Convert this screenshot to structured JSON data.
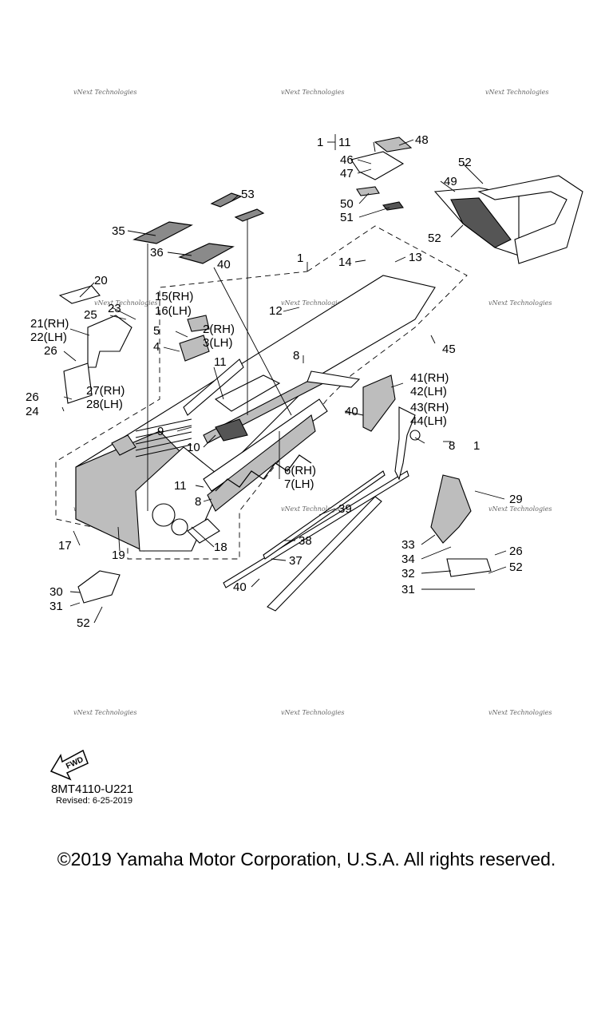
{
  "watermark": "vNext Technologies",
  "fwd_label": "FWD",
  "diagram_code": "8MT4110-U221",
  "revised": "Revised: 6-25-2019",
  "copyright": "©2019 Yamaha Motor Corporation, U.S.A. All rights reserved.",
  "callouts": {
    "c1_11": "1",
    "c11_top": "11",
    "c48": "48",
    "c46": "46",
    "c47": "47",
    "c52_a": "52",
    "c49": "49",
    "c50": "50",
    "c51": "51",
    "c52_b": "52",
    "c53": "53",
    "c35": "35",
    "c36": "36",
    "c40_a": "40",
    "c1": "1",
    "c14": "14",
    "c13": "13",
    "c20": "20",
    "c15": "15(RH)",
    "c16": "16(LH)",
    "c12": "12",
    "c23": "23",
    "c25": "25",
    "c21": "21(RH)",
    "c22": "22(LH)",
    "c5": "5",
    "c2": "2(RH)",
    "c3": "3(LH)",
    "c4": "4",
    "c45": "45",
    "c26_a": "26",
    "c8_a": "8",
    "c11_mid": "11",
    "c41": "41(RH)",
    "c42": "42(LH)",
    "c27": "27(RH)",
    "c28": "28(LH)",
    "c26_b": "26",
    "c24": "24",
    "c40_b": "40",
    "c43": "43(RH)",
    "c44": "44(LH)",
    "c9": "9",
    "c10": "10",
    "c8_b": "8",
    "c1_b": "1",
    "c6": "6(RH)",
    "c7": "7(LH)",
    "c11_low": "11",
    "c8_c": "8",
    "c39": "39",
    "c29": "29",
    "c17": "17",
    "c38": "38",
    "c18": "18",
    "c19": "19",
    "c33": "33",
    "c26_c": "26",
    "c34": "34",
    "c37": "37",
    "c32": "32",
    "c52_c": "52",
    "c30": "30",
    "c40_c": "40",
    "c31_a": "31",
    "c31_b": "31",
    "c52_d": "52"
  }
}
